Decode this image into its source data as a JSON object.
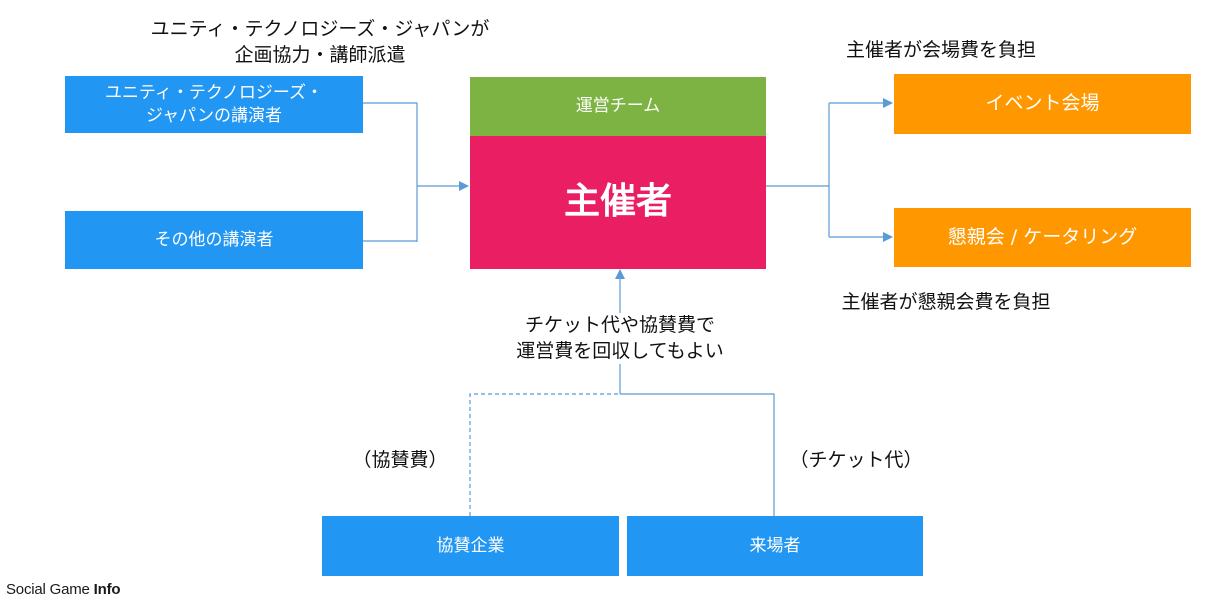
{
  "colors": {
    "blue": "#2196f3",
    "green": "#7cb342",
    "crimson": "#e91e63",
    "orange": "#ff9800",
    "line": "#5b9bd5"
  },
  "nodes": {
    "unity_speakers": "ユニティ・テクノロジーズ・\nジャパンの講演者",
    "other_speakers": "その他の講演者",
    "ops_team": "運営チーム",
    "organizer": "主催者",
    "event_venue": "イベント会場",
    "social_catering": "懇親会 / ケータリング",
    "sponsors": "協賛企業",
    "visitors": "来場者"
  },
  "labels": {
    "unity_support": "ユニティ・テクノロジーズ・ジャパンが\n企画協力・講師派遣",
    "venue_cost": "主催者が会場費を負担",
    "social_cost": "主催者が懇親会費を負担",
    "cost_recovery": "チケット代や協賛費で\n運営費を回収してもよい",
    "sponsor_fee": "（協賛費）",
    "ticket_fee": "（チケット代）"
  },
  "watermark": {
    "part1": "Social Game ",
    "part2": "Info"
  }
}
